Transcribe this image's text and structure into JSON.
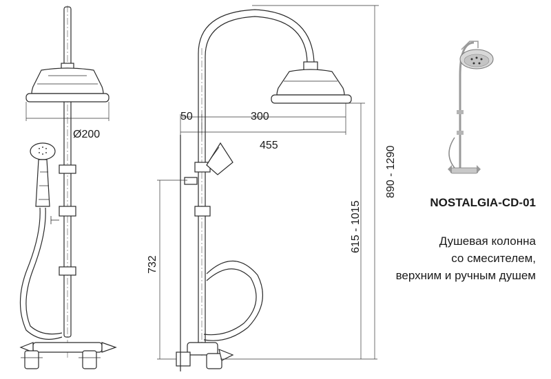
{
  "product": {
    "model": "NOSTALGIA-CD-01",
    "description_lines": [
      "Душевая колонна",
      "со смесителем,",
      "верхним и ручным душем"
    ]
  },
  "dimensions": {
    "shower_head_diameter": "Ø200",
    "offset_left": "50",
    "offset_head": "300",
    "total_reach": "455",
    "mixer_height": "732",
    "height_range_mid": "615 - 1015",
    "height_range_total": "890 - 1290"
  }
}
